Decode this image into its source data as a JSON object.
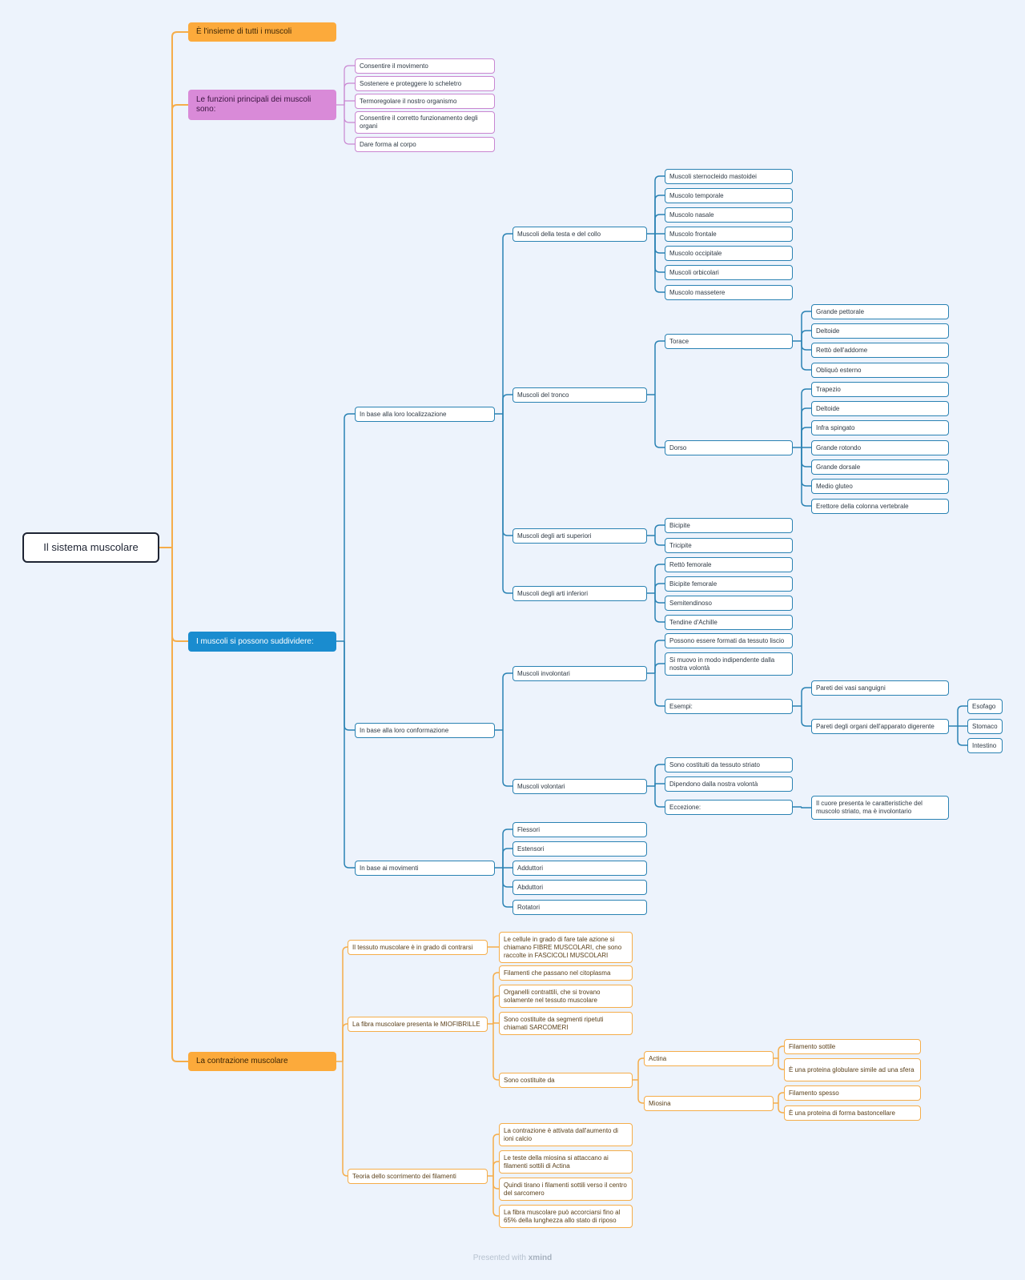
{
  "root": "Il sistema muscolare",
  "topics": {
    "insieme": "È l'insieme di tutti i muscoli",
    "funzioni": {
      "title": "Le funzioni principali dei muscoli sono:",
      "items": [
        "Consentire il movimento",
        "Sostenere e proteggere lo scheletro",
        "Termoregolare il nostro organismo",
        "Consentire il corretto funzionamento degli organi",
        "Dare forma al corpo"
      ]
    },
    "suddividere": {
      "title": "I muscoli si possono suddividere:",
      "localizzazione": {
        "title": "In base alla loro localizzazione",
        "testa": {
          "title": "Muscoli della testa e del collo",
          "items": [
            "Muscoli sternocleido mastoidei",
            "Muscolo temporale",
            "Muscolo nasale",
            "Muscolo frontale",
            "Muscolo occipitale",
            "Muscoli orbicolari",
            "Muscolo massetere"
          ]
        },
        "tronco": {
          "title": "Muscoli del tronco",
          "torace": {
            "title": "Torace",
            "items": [
              "Grande pettorale",
              "Deltoide",
              "Rettò dell'addome",
              "Obliquò esterno"
            ]
          },
          "dorso": {
            "title": "Dorso",
            "items": [
              "Trapezio",
              "Deltoide",
              "Infra spingato",
              "Grande rotondo",
              "Grande dorsale",
              "Medio gluteo",
              "Erettore della colonna vertebrale"
            ]
          }
        },
        "superiori": {
          "title": "Muscoli degli arti superiori",
          "items": [
            "Bicipite",
            "Tricipite"
          ]
        },
        "inferiori": {
          "title": "Muscoli degli arti inferiori",
          "items": [
            "Rettò femorale",
            "Bicipite femorale",
            "Semitendinoso",
            "Tendine d'Achille"
          ]
        }
      },
      "conformazione": {
        "title": "In base alla loro conformazione",
        "involontari": {
          "title": "Muscoli involontari",
          "items": [
            "Possono essere formati da tessuto liscio",
            "Si muovo in modo indipendente dalla nostra volontà"
          ],
          "esempi": {
            "title": "Esempi:",
            "vasi": "Pareti dei vasi sanguigni",
            "organi": "Pareti degli organi dell'apparato digerente",
            "organi_items": [
              "Esofago",
              "Stomaco",
              "Intestino"
            ]
          }
        },
        "volontari": {
          "title": "Muscoli volontari",
          "items": [
            "Sono costituiti da tessuto striato",
            "Dipendono dalla nostra volontà"
          ],
          "eccezione": {
            "title": "Eccezione:",
            "text": "Il cuore presenta le caratteristiche del muscolo striato, ma è involontario"
          }
        }
      },
      "movimenti": {
        "title": "In base ai movimenti",
        "items": [
          "Flessori",
          "Estensori",
          "Adduttori",
          "Abduttori",
          "Rotatori"
        ]
      }
    },
    "contrazione": {
      "title": "La contrazione muscolare",
      "contrarsi": {
        "title": "Il tessuto muscolare è in grado di contrarsi",
        "text": "Le cellule in grado di fare tale azione si chiamano FIBRE MUSCOLARI, che sono raccolte in FASCICOLI MUSCOLARI"
      },
      "fibra": {
        "title": "La fibra muscolare presenta le MIOFIBRILLE",
        "items": [
          "Filamenti che passano nel citoplasma",
          "Organelli contrattili, che si trovano solamente nel tessuto muscolare",
          "Sono costituite da segmenti ripetuti chiamati SARCOMERI"
        ],
        "costituite": {
          "title": "Sono costituite da",
          "actina": {
            "title": "Actina",
            "items": [
              "Filamento sottile",
              "È una proteina globulare simile ad una sfera"
            ]
          },
          "miosina": {
            "title": "Miosina",
            "items": [
              "Filamento spesso",
              "È una proteina di forma bastoncellare"
            ]
          }
        }
      },
      "teoria": {
        "title": "Teoria dello scorrimento dei filamenti",
        "items": [
          "La contrazione è attivata dall'aumento di ioni calcio",
          "Le teste della miosina si attaccano ai filamenti sottili di Actina",
          "Quindi tirano i filamenti sottili verso il centro del sarcomero",
          "La fibra muscolare può accorciarsi fino al 65% della lunghezza allo stato di riposo"
        ]
      }
    }
  },
  "footer": {
    "prefix": "Presented with",
    "brand": "xmind"
  },
  "colors": {
    "blue": "#2a82b3",
    "orange": "#f5ad4a",
    "purple": "#c986d1",
    "root": "#1e2433",
    "background": "#edf3fc"
  }
}
